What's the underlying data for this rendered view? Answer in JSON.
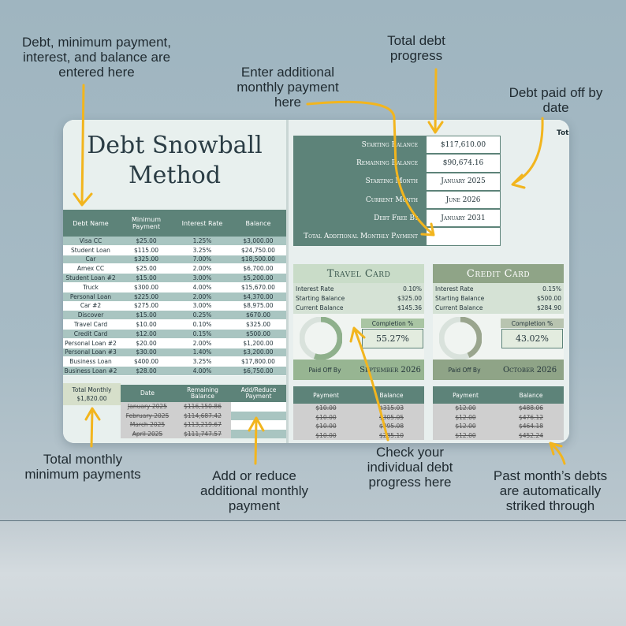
{
  "annotations": {
    "debt_entry": "Debt, minimum payment,\ninterest, and balance are\nentered here",
    "total_progress": "Total debt\nprogress",
    "additional_payment": "Enter additional\nmonthly payment\nhere",
    "paid_off_date": "Debt paid off by\ndate",
    "total_minimum": "Total monthly\nminimum payments",
    "add_reduce": "Add or reduce\nadditional monthly\npayment",
    "check_progress": "Check your\nindividual debt\nprogress here",
    "past_month": "Past month’s debts\nare automatically\nstriked through"
  },
  "colors": {
    "header_green": "#5d8379",
    "row_teal": "#a9c5c1",
    "arrow_yellow": "#f2b51e",
    "travel_card_head": "#c9dcc8",
    "credit_card_head": "#8fa487"
  },
  "sheet": {
    "title": "Debt Snowball\nMethod",
    "top_right_cut": "Tot",
    "debt_table": {
      "headers": [
        "Debt Name",
        "Minimum\nPayment",
        "Interest Rate",
        "Balance"
      ],
      "rows": [
        [
          "Visa CC",
          "$25.00",
          "1.25%",
          "$3,000.00"
        ],
        [
          "Student Loan",
          "$115.00",
          "3.25%",
          "$24,750.00"
        ],
        [
          "Car",
          "$325.00",
          "7.00%",
          "$18,500.00"
        ],
        [
          "Amex CC",
          "$25.00",
          "2.00%",
          "$6,700.00"
        ],
        [
          "Student Loan #2",
          "$15.00",
          "3.00%",
          "$5,200.00"
        ],
        [
          "Truck",
          "$300.00",
          "4.00%",
          "$15,670.00"
        ],
        [
          "Personal Loan",
          "$225.00",
          "2.00%",
          "$4,370.00"
        ],
        [
          "Car #2",
          "$275.00",
          "3.00%",
          "$8,975.00"
        ],
        [
          "Discover",
          "$15.00",
          "0.25%",
          "$670.00"
        ],
        [
          "Travel Card",
          "$10.00",
          "0.10%",
          "$325.00"
        ],
        [
          "Credit Card",
          "$12.00",
          "0.15%",
          "$500.00"
        ],
        [
          "Personal Loan #2",
          "$20.00",
          "2.00%",
          "$1,200.00"
        ],
        [
          "Personal Loan #3",
          "$30.00",
          "1.40%",
          "$3,200.00"
        ],
        [
          "Business Loan",
          "$400.00",
          "3.25%",
          "$17,800.00"
        ],
        [
          "Business Loan #2",
          "$28.00",
          "4.00%",
          "$6,750.00"
        ]
      ]
    },
    "total_monthly": {
      "label": "Total Monthly",
      "value": "$1,820.00"
    },
    "history": {
      "headers": [
        "Date",
        "Remaining\nBalance",
        "Add/Reduce\nPayment"
      ],
      "rows": [
        [
          "January 2025",
          "$116,150.86",
          ""
        ],
        [
          "February 2025",
          "$114,687.42",
          ""
        ],
        [
          "March 2025",
          "$113,219.67",
          ""
        ],
        [
          "April 2025",
          "$111,747.57",
          ""
        ]
      ]
    },
    "summary": [
      {
        "label": "Starting Balance",
        "value": "$117,610.00"
      },
      {
        "label": "Remaining Balance",
        "value": "$90,674.16"
      },
      {
        "label": "Starting Month",
        "value": "January 2025"
      },
      {
        "label": "Current Month",
        "value": "June 2026"
      },
      {
        "label": "Debt Free By",
        "value": "January 2031"
      },
      {
        "label": "Total Additional Monthly Payment",
        "value": ""
      }
    ],
    "cards": [
      {
        "title": "Travel Card",
        "interest_label": "Interest Rate",
        "interest": "0.10%",
        "start_label": "Starting Balance",
        "start": "$325.00",
        "current_label": "Current Balance",
        "current": "$145.36",
        "completion_label": "Completion %",
        "completion": "55.27%",
        "completion_fraction": 0.5527,
        "paid_off_label": "Paid Off By",
        "paid_off": "September 2026",
        "pay_headers": [
          "Payment",
          "Balance"
        ],
        "payments": [
          [
            "$10.00",
            "$315.03"
          ],
          [
            "$10.00",
            "$305.05"
          ],
          [
            "$10.00",
            "$295.08"
          ],
          [
            "$10.00",
            "$285.10"
          ]
        ]
      },
      {
        "title": "Credit Card",
        "interest_label": "Interest Rate",
        "interest": "0.15%",
        "start_label": "Starting Balance",
        "start": "$500.00",
        "current_label": "Current Balance",
        "current": "$284.90",
        "completion_label": "Completion %",
        "completion": "43.02%",
        "completion_fraction": 0.4302,
        "paid_off_label": "Paid Off By",
        "paid_off": "October 2026",
        "pay_headers": [
          "Payment",
          "Balance"
        ],
        "payments": [
          [
            "$12.00",
            "$488.06"
          ],
          [
            "$12.00",
            "$476.12"
          ],
          [
            "$12.00",
            "$464.18"
          ],
          [
            "$12.00",
            "$452.24"
          ]
        ]
      }
    ]
  }
}
